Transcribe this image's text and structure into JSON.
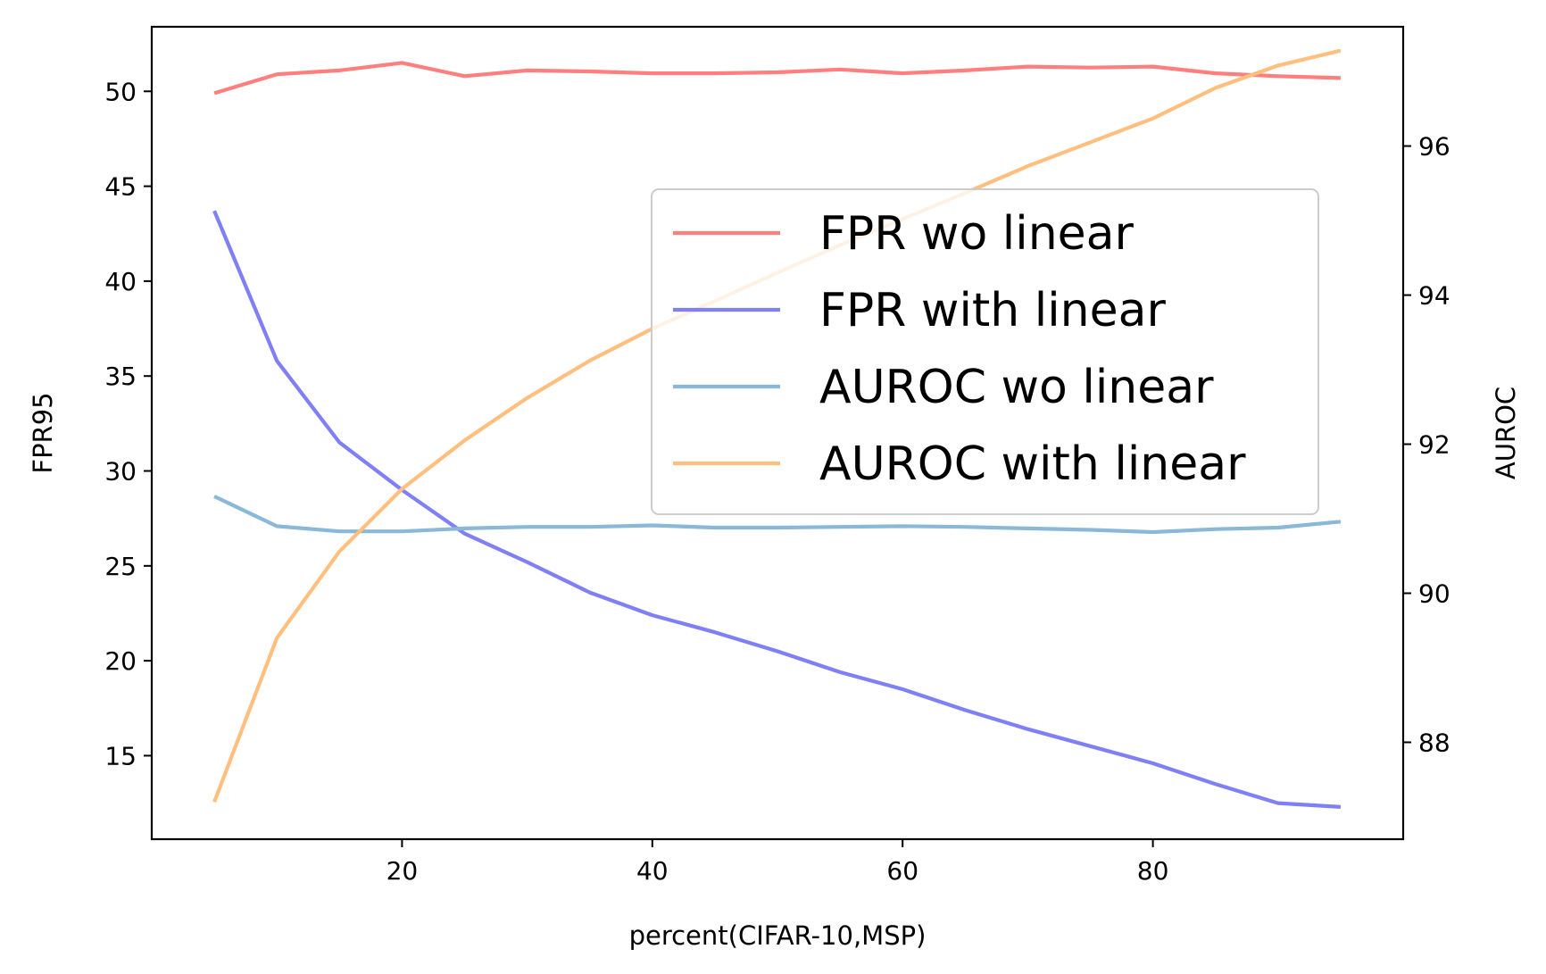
{
  "chart_data": {
    "type": "line",
    "xlabel": "percent(CIFAR-10,MSP)",
    "ylabel": "FPR95",
    "ylabel_right": "AUROC",
    "x": [
      5,
      10,
      15,
      20,
      25,
      30,
      35,
      40,
      45,
      50,
      55,
      60,
      65,
      70,
      75,
      80,
      85,
      90,
      95
    ],
    "xlim": [
      0,
      100
    ],
    "ylim": [
      10.6,
      53.4
    ],
    "ylim_right": [
      86.7,
      97.6
    ],
    "xticks": [
      20,
      40,
      60,
      80
    ],
    "yticks": [
      15,
      20,
      25,
      30,
      35,
      40,
      45,
      50
    ],
    "yticks_right": [
      88,
      90,
      92,
      94,
      96
    ],
    "grid": false,
    "legend_position": "upper-right",
    "series": [
      {
        "name": "FPR wo linear",
        "axis": "left",
        "color": "#ff7f7f",
        "values": [
          49.9,
          50.9,
          51.1,
          51.5,
          50.8,
          51.1,
          51.05,
          50.95,
          50.95,
          51.0,
          51.15,
          50.95,
          51.1,
          51.3,
          51.25,
          51.3,
          50.95,
          50.8,
          50.7
        ]
      },
      {
        "name": "FPR with linear",
        "axis": "left",
        "color": "#7f7ff8",
        "values": [
          43.7,
          35.8,
          31.5,
          29.0,
          26.7,
          25.2,
          23.6,
          22.4,
          21.5,
          20.5,
          19.4,
          18.5,
          17.4,
          16.4,
          15.5,
          14.6,
          13.5,
          12.5,
          12.3
        ]
      },
      {
        "name": "AUROC wo linear",
        "axis": "right",
        "color": "#8ab8d8",
        "values": [
          91.3,
          90.9,
          90.83,
          90.83,
          90.87,
          90.89,
          90.89,
          90.91,
          90.88,
          90.88,
          90.89,
          90.9,
          90.89,
          90.87,
          90.85,
          90.82,
          90.86,
          90.88,
          90.96
        ]
      },
      {
        "name": "AUROC with linear",
        "axis": "right",
        "color": "#ffbf7f",
        "values": [
          87.2,
          89.4,
          90.56,
          91.4,
          92.05,
          92.62,
          93.12,
          93.55,
          93.92,
          94.3,
          94.67,
          95.02,
          95.37,
          95.73,
          96.05,
          96.37,
          96.78,
          97.08,
          97.28
        ]
      }
    ]
  }
}
